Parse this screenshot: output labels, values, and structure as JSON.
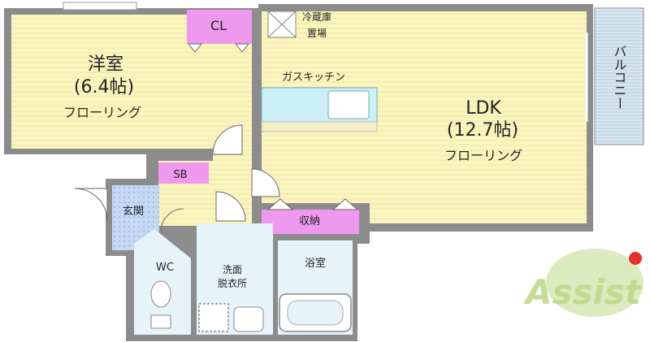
{
  "rooms": {
    "western": {
      "name": "洋室",
      "size": "(6.4帖)",
      "floor": "フローリング"
    },
    "ldk": {
      "name": "LDK",
      "size": "(12.7帖)",
      "floor": "フローリング"
    },
    "closet": "CL",
    "shoe_box": "SB",
    "entrance": "玄関",
    "wc": "WC",
    "washroom": [
      "洗面",
      "脱衣所"
    ],
    "bath": "浴室",
    "storage": "収納",
    "kitchen": "ガスキッチン",
    "fridge": [
      "冷蔵庫",
      "置場"
    ],
    "balcony": "バルコニー"
  },
  "logo": "Assist",
  "colors": {
    "floor_yellow": "#FAF5BE",
    "closet_pink": "#EE99EE",
    "entrance_blue": "#C5D8F4",
    "wet_area_blue": "#E6F4FA",
    "kitchen_counter": "#CCEFF8",
    "wall_gray": "#8C8C8C",
    "logo_green": "#BFD98A",
    "logo_red": "#E5312B"
  }
}
